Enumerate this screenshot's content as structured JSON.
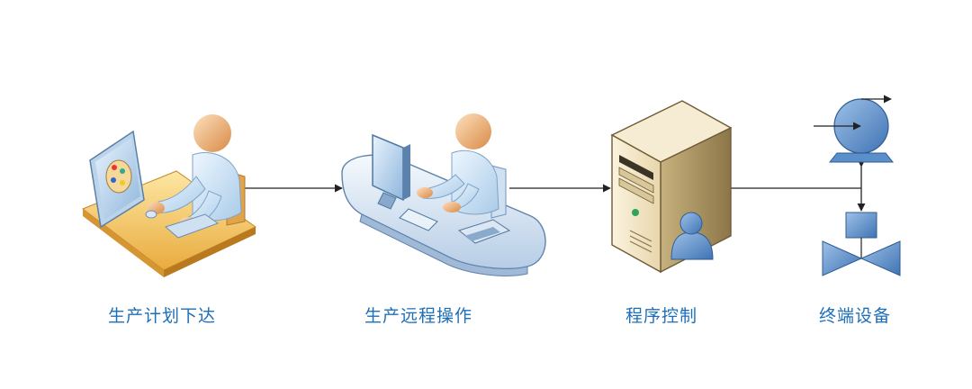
{
  "stages": [
    {
      "label": "生产计划下达",
      "icon": "planner-workstation-icon"
    },
    {
      "label": "生产远程操作",
      "icon": "remote-operator-desk-icon"
    },
    {
      "label": "程序控制",
      "icon": "server-with-user-icon"
    },
    {
      "label": "终端设备",
      "icon": "pump-valve-equipment-icon"
    }
  ],
  "colors": {
    "label": "#1d6fb8",
    "connector": "#222222",
    "skin": "#f0b27a",
    "shirt": "#cfe4f6",
    "desk_wood": "#f6cc6e",
    "equipment_blue": "#5b8fc9"
  }
}
